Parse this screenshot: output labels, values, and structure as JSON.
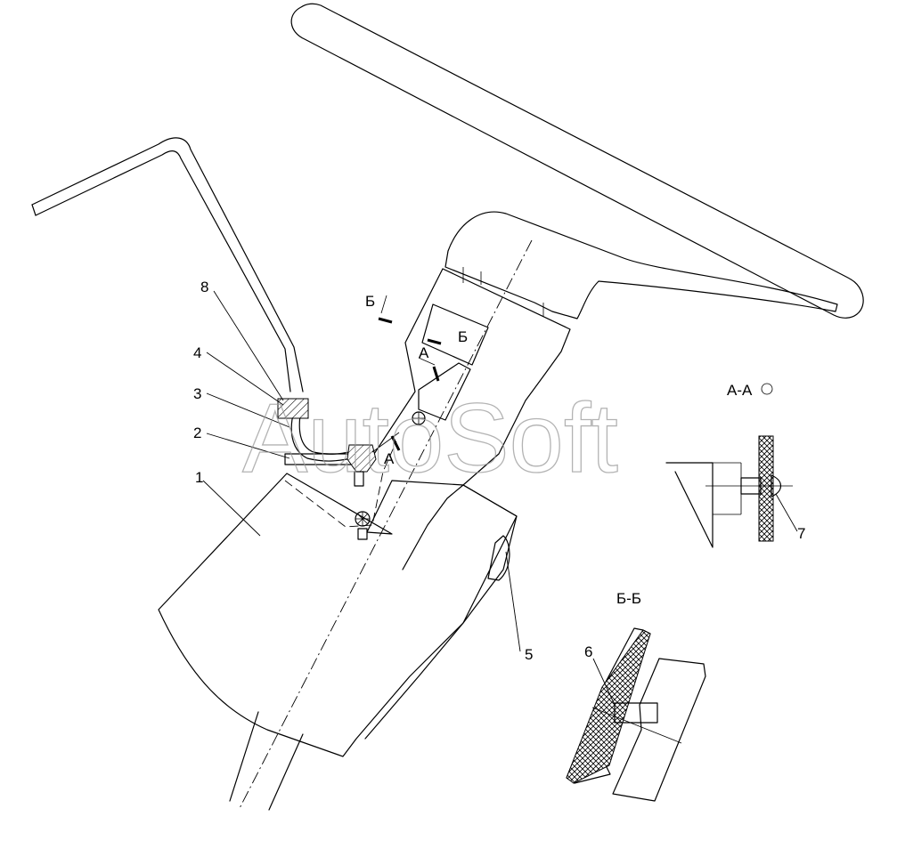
{
  "watermark": "AutoSoft",
  "callouts": {
    "c1": "1",
    "c2": "2",
    "c3": "3",
    "c4": "4",
    "c5": "5",
    "c6": "6",
    "c7": "7",
    "c8": "8"
  },
  "section_marks": {
    "b_upper": "Б",
    "b_lower": "Б",
    "a_upper": "А",
    "a_lower": "А"
  },
  "section_titles": {
    "aa": "А-А",
    "bb": "Б-Б"
  }
}
